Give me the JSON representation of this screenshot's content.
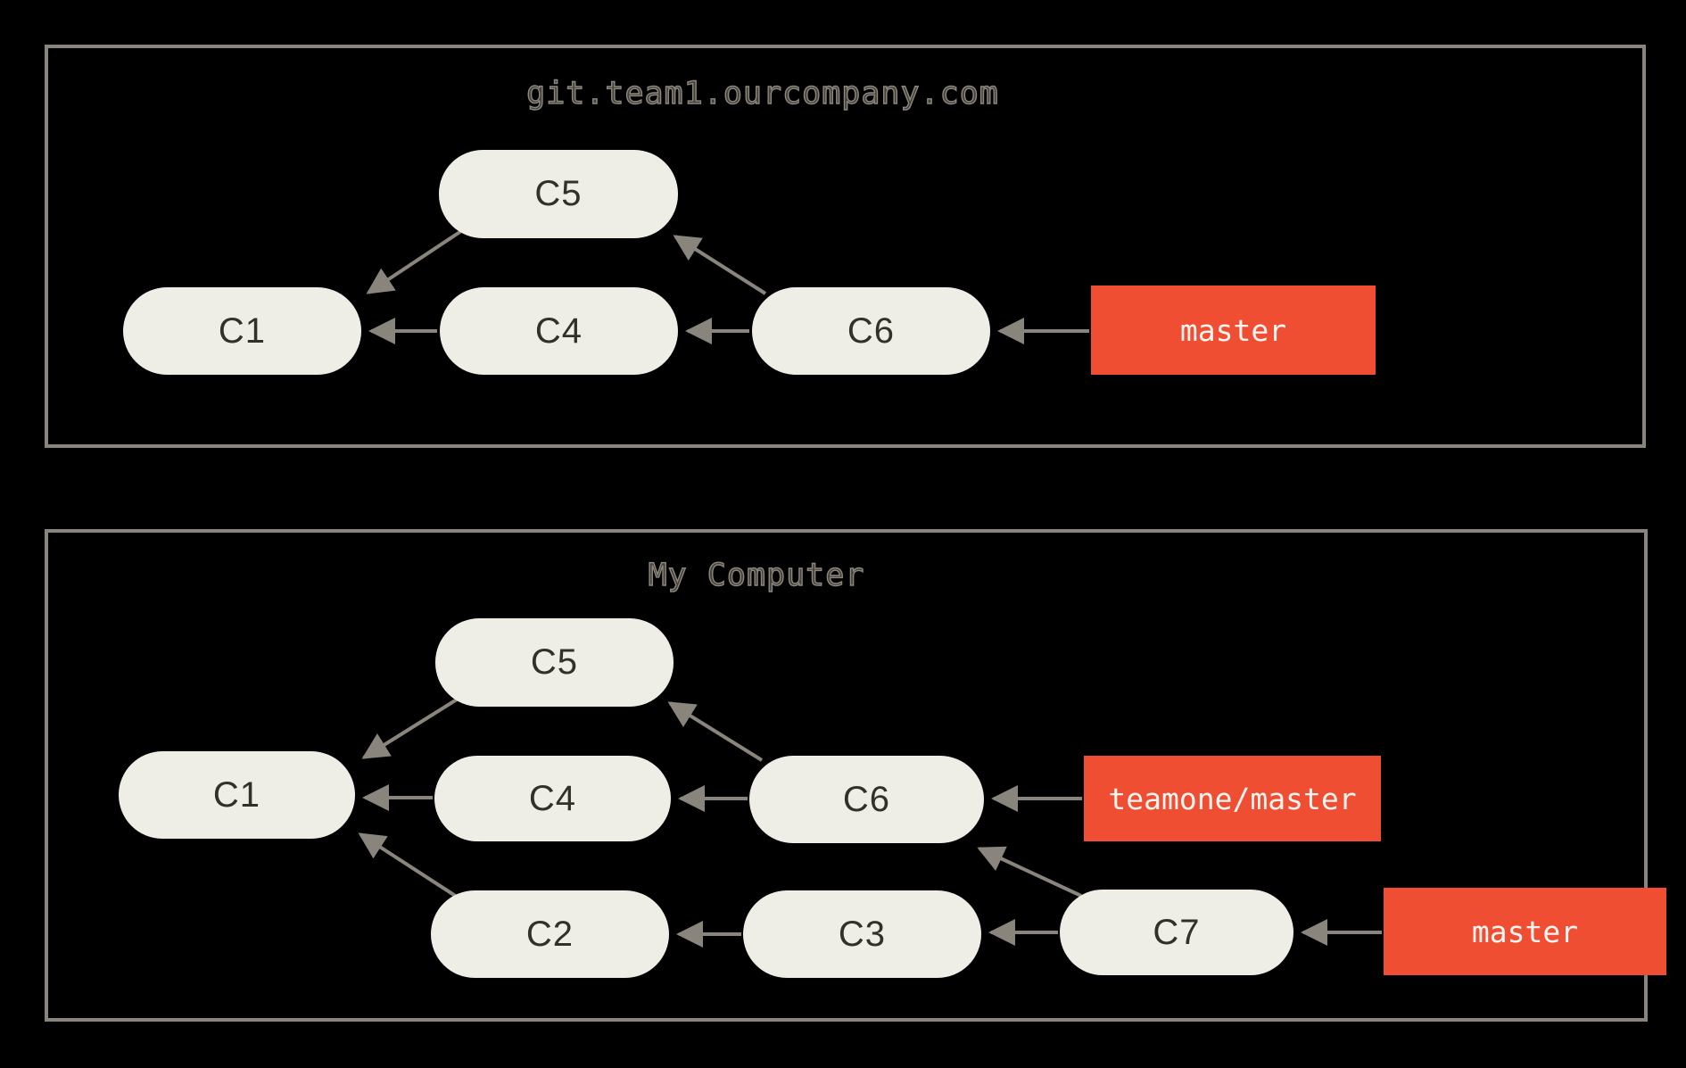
{
  "diagram": {
    "background": "#000000",
    "panel_border_color": "#8a857c",
    "node_fill": "#efeee6",
    "node_text_color": "#32302b",
    "arrow_color": "#8a857c",
    "branch_fill": "#f04e32",
    "branch_text_color": "#ffffff"
  },
  "panels": [
    {
      "title": "git.team1.ourcompany.com",
      "nodes": [
        {
          "label": "C5"
        },
        {
          "label": "C1"
        },
        {
          "label": "C4"
        },
        {
          "label": "C6"
        }
      ],
      "branches": [
        {
          "label": "master"
        }
      ],
      "edges": [
        "C5->C1",
        "C4->C1",
        "C6->C4",
        "C6->C5",
        "master->C6"
      ]
    },
    {
      "title": "My Computer",
      "nodes": [
        {
          "label": "C5"
        },
        {
          "label": "C1"
        },
        {
          "label": "C4"
        },
        {
          "label": "C6"
        },
        {
          "label": "C2"
        },
        {
          "label": "C3"
        },
        {
          "label": "C7"
        }
      ],
      "branches": [
        {
          "label": "teamone/master"
        },
        {
          "label": "master"
        }
      ],
      "edges": [
        "C5->C1",
        "C4->C1",
        "C6->C4",
        "C6->C5",
        "teamone/master->C6",
        "C2->C1",
        "C3->C2",
        "C7->C3",
        "C7->C6",
        "master->C7"
      ]
    }
  ]
}
